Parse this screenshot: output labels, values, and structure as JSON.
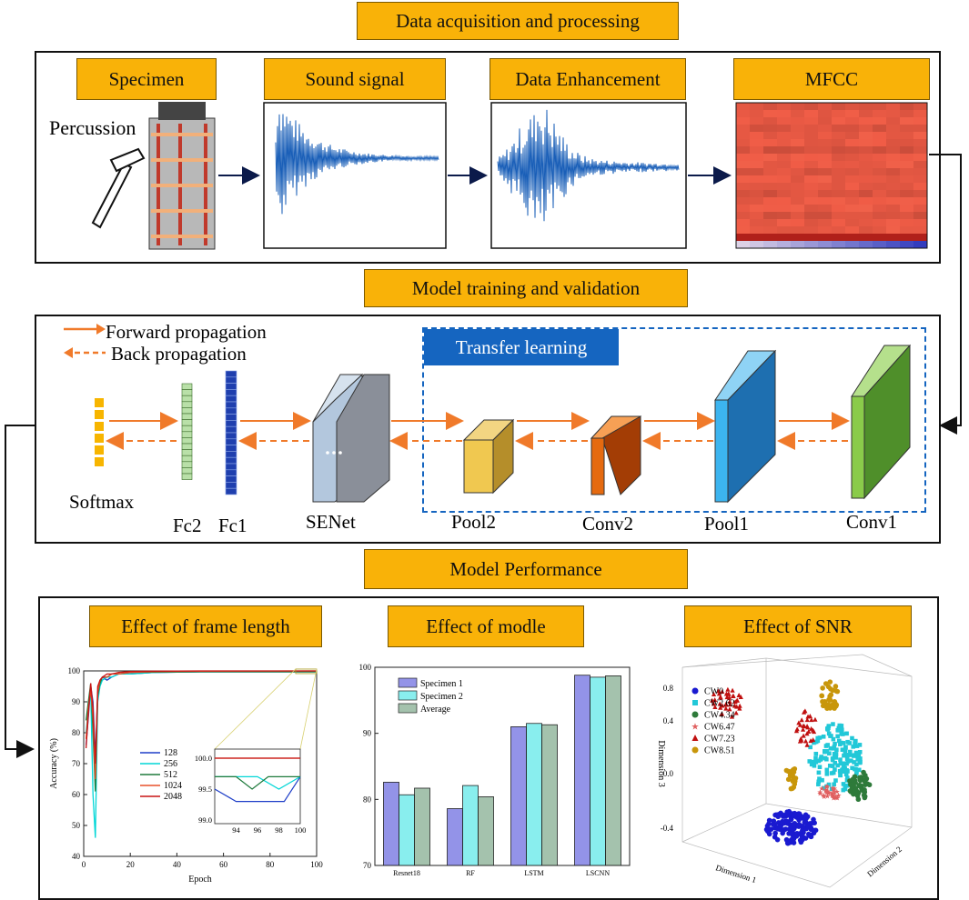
{
  "headers": {
    "acquisition": "Data acquisition and processing",
    "training": "Model training and validation",
    "performance": "Model Performance"
  },
  "acquisition": {
    "specimen": "Specimen",
    "sound": "Sound signal",
    "enhancement": "Data Enhancement",
    "mfcc": "MFCC",
    "percussion": "Percussion"
  },
  "training": {
    "legend_forward": "Forward propagation",
    "legend_back": "Back propagation",
    "transfer": "Transfer learning",
    "layers": {
      "softmax": "Softmax",
      "fc2": "Fc2",
      "fc1": "Fc1",
      "senet": "SENet",
      "pool2": "Pool2",
      "conv2": "Conv2",
      "pool1": "Pool1",
      "conv1": "Conv1"
    }
  },
  "performance": {
    "frame_title": "Effect of frame length",
    "model_title": "Effect of modle",
    "snr_title": "Effect of SNR"
  },
  "colors": {
    "header": "#f9b208",
    "arrow": "#f07a2a",
    "transfer": "#1565c0"
  },
  "chart_data": [
    {
      "type": "line",
      "xlabel": "Epoch",
      "ylabel": "Accuracy (%)",
      "xlim": [
        0,
        100
      ],
      "ylim": [
        40,
        100
      ],
      "xticks": [
        0,
        20,
        40,
        60,
        80,
        100
      ],
      "yticks": [
        40,
        50,
        60,
        70,
        80,
        90,
        100
      ],
      "x": [
        1,
        2,
        3,
        4,
        5,
        6,
        7,
        8,
        10,
        12,
        15,
        20,
        30,
        50,
        100
      ],
      "series": [
        {
          "name": "128",
          "color": "#1f3fc8",
          "values": [
            76,
            85,
            95,
            90,
            72,
            93,
            96,
            98,
            97,
            98,
            99,
            99,
            99.5,
            99.7,
            99.7
          ]
        },
        {
          "name": "256",
          "color": "#00d6d6",
          "values": [
            80,
            88,
            93,
            60,
            46,
            90,
            95,
            97,
            98,
            98,
            99,
            99,
            99.5,
            99.7,
            99.7
          ]
        },
        {
          "name": "512",
          "color": "#1e7a3c",
          "values": [
            84,
            90,
            96,
            80,
            61,
            92,
            96,
            98,
            98,
            99,
            99,
            99.5,
            99.6,
            99.7,
            99.7
          ]
        },
        {
          "name": "1024",
          "color": "#e8502a",
          "values": [
            78,
            88,
            94,
            85,
            65,
            93,
            97,
            98,
            98,
            99,
            99,
            99.5,
            99.8,
            99.9,
            100
          ]
        },
        {
          "name": "2048",
          "color": "#c81414",
          "values": [
            75,
            86,
            96,
            88,
            70,
            95,
            97,
            98,
            99,
            99,
            99.5,
            99.8,
            99.9,
            100,
            100
          ]
        }
      ],
      "inset": {
        "xlim": [
          92,
          100
        ],
        "ylim": [
          99.0,
          100.0
        ],
        "xticks": [
          94,
          96,
          98,
          100
        ],
        "yticks": [
          99.0,
          99.5,
          100.0
        ],
        "series": [
          {
            "name": "128",
            "color": "#1f3fc8",
            "x": [
              92,
              94,
              97,
              98.5,
              100
            ],
            "values": [
              99.5,
              99.3,
              99.3,
              99.3,
              99.7
            ]
          },
          {
            "name": "256",
            "color": "#00d6d6",
            "x": [
              92,
              94,
              96,
              98,
              100
            ],
            "values": [
              99.7,
              99.7,
              99.7,
              99.5,
              99.7
            ]
          },
          {
            "name": "512",
            "color": "#1e7a3c",
            "x": [
              92,
              94,
              95.5,
              97,
              98.5,
              100
            ],
            "values": [
              99.7,
              99.7,
              99.5,
              99.7,
              99.7,
              99.7
            ]
          },
          {
            "name": "1024",
            "color": "#e8502a",
            "x": [
              92,
              100
            ],
            "values": [
              100,
              100
            ]
          },
          {
            "name": "2048",
            "color": "#c81414",
            "x": [
              92,
              100
            ],
            "values": [
              100,
              100
            ]
          }
        ]
      }
    },
    {
      "type": "bar",
      "categories": [
        "Resnet18",
        "RF",
        "LSTM",
        "LSCNN"
      ],
      "series": [
        {
          "name": "Specimen 1",
          "color": "#3b3bd6",
          "values": [
            82.6,
            78.6,
            91.0,
            98.8
          ]
        },
        {
          "name": "Specimen 2",
          "color": "#28e0e0",
          "values": [
            80.7,
            82.1,
            91.5,
            98.5
          ]
        },
        {
          "name": "Average",
          "color": "#5a8f6a",
          "values": [
            81.7,
            80.4,
            91.3,
            98.7
          ]
        }
      ],
      "ylim": [
        70,
        100
      ],
      "yticks": [
        70,
        80,
        90,
        100
      ]
    },
    {
      "type": "scatter",
      "xlabel": "Dimension 1",
      "ylabel": "Dimension 3",
      "zlabel": "Dimension 2",
      "yticks": [
        -0.4,
        0.0,
        0.4,
        0.8
      ],
      "series": [
        {
          "name": "CW0",
          "color": "#1a1ad0",
          "marker": "circle"
        },
        {
          "name": "CW2.62",
          "color": "#22c8d8",
          "marker": "square"
        },
        {
          "name": "CW4.34",
          "color": "#2e7a3a",
          "marker": "circle"
        },
        {
          "name": "CW6.47",
          "color": "#e06060",
          "marker": "star"
        },
        {
          "name": "CW7.23",
          "color": "#c01010",
          "marker": "triangle"
        },
        {
          "name": "CW8.51",
          "color": "#c8960a",
          "marker": "circle"
        }
      ]
    }
  ]
}
